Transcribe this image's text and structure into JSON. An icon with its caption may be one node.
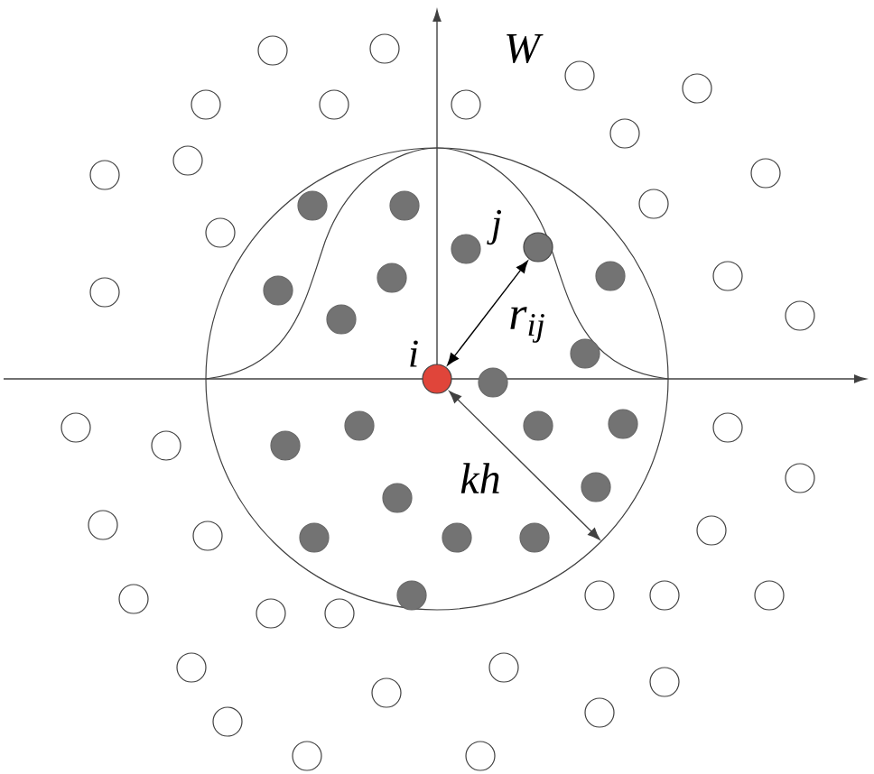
{
  "diagram": {
    "nodes": [
      {
        "text": [],
        "shape": "circle",
        "beside": [
          "i"
        ]
      },
      {
        "text": [],
        "shape": "circle",
        "beside": [
          "j"
        ]
      }
    ],
    "edges": [
      {
        "from": 0,
        "to": 1,
        "arrow": "both",
        "label": "r$_{ij}$"
      }
    ],
    "labels": [
      "W",
      "kh"
    ]
  }
}
